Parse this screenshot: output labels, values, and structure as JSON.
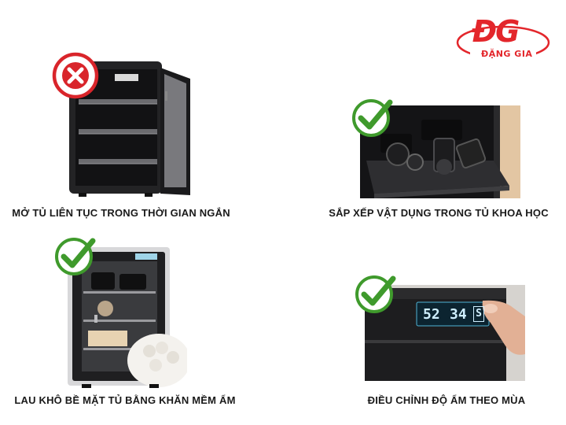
{
  "logo": {
    "mark": "ĐG",
    "brand": "ĐẶNG GIA",
    "color": "#e3262b"
  },
  "panels": [
    {
      "caption": "MỞ TỦ LIÊN TỤC TRONG THỜI GIAN NGẮN",
      "status_icon": "red-cross-icon"
    },
    {
      "caption": "SẮP XẾP VẬT DỤNG TRONG TỦ KHOA HỌC",
      "status_icon": "green-check-icon"
    },
    {
      "caption": "LAU KHÔ BỀ MẶT TỦ BẰNG KHĂN MỀM ẨM",
      "status_icon": "green-check-icon"
    },
    {
      "caption": "ĐIỀU CHỈNH ĐỘ ẨM THEO MÙA",
      "status_icon": "green-check-icon"
    }
  ],
  "display": {
    "humidity": "52",
    "temperature": "34",
    "button": "S"
  },
  "colors": {
    "check_green": "#3f9a2c",
    "cross_red": "#d9252b",
    "cabinet_dark": "#1d1d1f"
  }
}
